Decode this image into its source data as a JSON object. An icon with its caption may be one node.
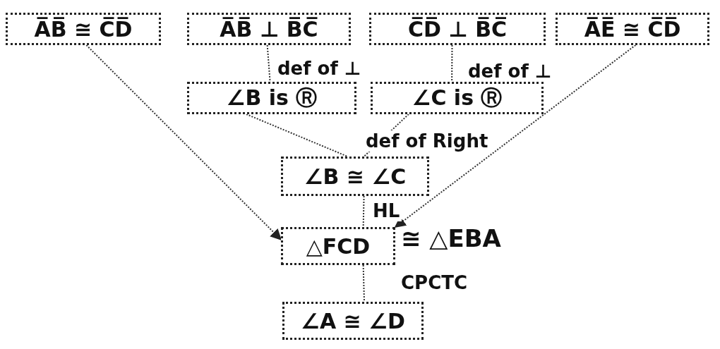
{
  "diagram": {
    "nodes": [
      {
        "text": [
          "A̅B̅ ≅ C̅D̅"
        ]
      },
      {
        "text": [
          "A̅B̅ ⊥ B̅C̅"
        ]
      },
      {
        "text": [
          "C̅D̅ ⊥ B̅C̅"
        ]
      },
      {
        "text": [
          "A̅E̅ ≅ C̅D̅"
        ]
      },
      {
        "text": [
          "∠B is Ⓡ"
        ]
      },
      {
        "text": [
          "∠C is Ⓡ"
        ]
      },
      {
        "text": [
          "∠B ≅ ∠C"
        ]
      },
      {
        "text": [
          "△FCD"
        ],
        "beside": [
          "≅ △EBA"
        ]
      },
      {
        "text": [
          "∠A ≅ ∠D"
        ]
      }
    ],
    "edges": [
      {
        "from": 1,
        "to": 4,
        "arrow": "none",
        "label": "def of ⊥"
      },
      {
        "from": 2,
        "to": 5,
        "arrow": "none",
        "label": "def of ⊥"
      },
      {
        "from": 4,
        "to": 6,
        "arrow": "none"
      },
      {
        "from": 5,
        "to": 6,
        "arrow": "none",
        "label": "def of Right"
      },
      {
        "from": 0,
        "to": 7,
        "arrow": "to"
      },
      {
        "from": 3,
        "to": 7,
        "arrow": "to"
      },
      {
        "from": 6,
        "to": 7,
        "arrow": "none",
        "label": "HL"
      },
      {
        "from": 7,
        "to": 8,
        "arrow": "none",
        "label": "CPCTC"
      }
    ]
  }
}
